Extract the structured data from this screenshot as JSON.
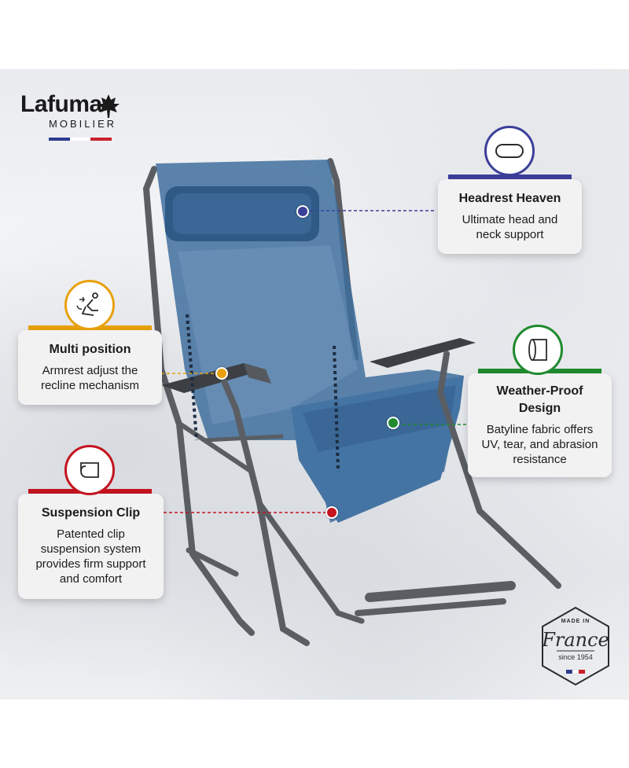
{
  "brand": {
    "name": "Lafuma",
    "sub": "MOBILIER",
    "flag_colors": [
      "#2b3a8f",
      "#ffffff",
      "#c9202c"
    ]
  },
  "features": [
    {
      "id": "headrest",
      "title": "Headrest Heaven",
      "lines": [
        "Ultimate head and",
        "neck support"
      ],
      "color": "#3b3f99",
      "icon": "pillow-icon"
    },
    {
      "id": "multiposition",
      "title": "Multi position",
      "lines": [
        "Armrest adjust the",
        "recline mechanism"
      ],
      "color": "#e8a10d",
      "icon": "recline-person-icon"
    },
    {
      "id": "weather",
      "title": "Weather-Proof",
      "title2": "Design",
      "lines": [
        "Batyline fabric offers",
        "UV, tear, and abrasion",
        "resistance"
      ],
      "color": "#1f8a2e",
      "icon": "fabric-roll-icon"
    },
    {
      "id": "suspension",
      "title": "Suspension Clip",
      "lines": [
        "Patented clip",
        "suspension system",
        "provides firm support",
        "and comfort"
      ],
      "color": "#c3141f",
      "icon": "clip-icon"
    }
  ],
  "stamp": {
    "made_in": "MADE IN",
    "country": "France",
    "since": "since 1954",
    "flag_colors": [
      "#2b3a8f",
      "#ffffff",
      "#c9202c"
    ]
  },
  "colors": {
    "chair_fabric": "#3f6f9e",
    "chair_fabric_dark": "#2f5a86",
    "frame": "#5a5e63"
  }
}
